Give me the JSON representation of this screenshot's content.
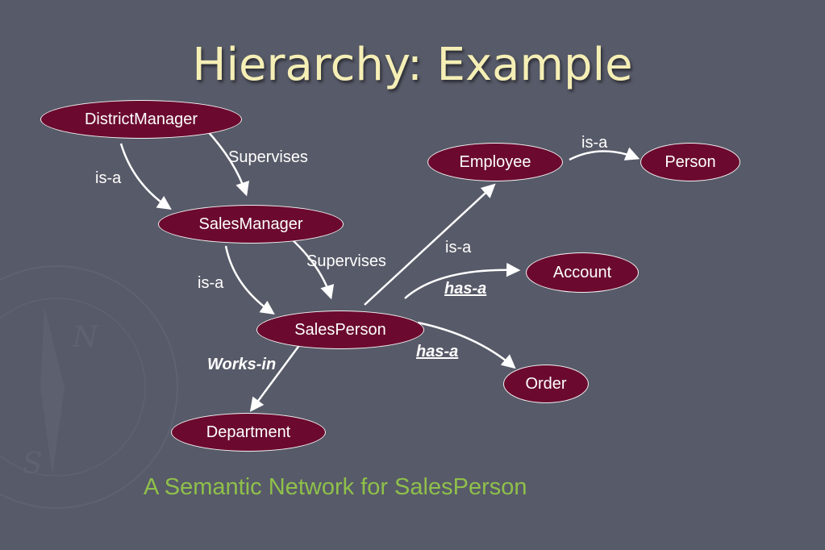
{
  "title": "Hierarchy: Example",
  "caption": "A Semantic Network for SalesPerson",
  "nodes": {
    "district_manager": "DistrictManager",
    "sales_manager": "SalesManager",
    "sales_person": "SalesPerson",
    "department": "Department",
    "employee": "Employee",
    "person": "Person",
    "account": "Account",
    "order": "Order"
  },
  "edge_labels": {
    "dm_isa": "is-a",
    "dm_supervises": "Supervises",
    "sm_isa": "is-a",
    "sm_supervises": "Supervises",
    "sp_isa": "is-a",
    "sp_hasa_account": "has-a",
    "sp_hasa_order": "has-a",
    "sp_worksin": "Works-in",
    "emp_isa": "is-a"
  },
  "colors": {
    "background": "#575a68",
    "node_fill": "#6b0a2e",
    "title": "#f5efb6",
    "caption": "#8fc04b",
    "text": "#ffffff"
  }
}
